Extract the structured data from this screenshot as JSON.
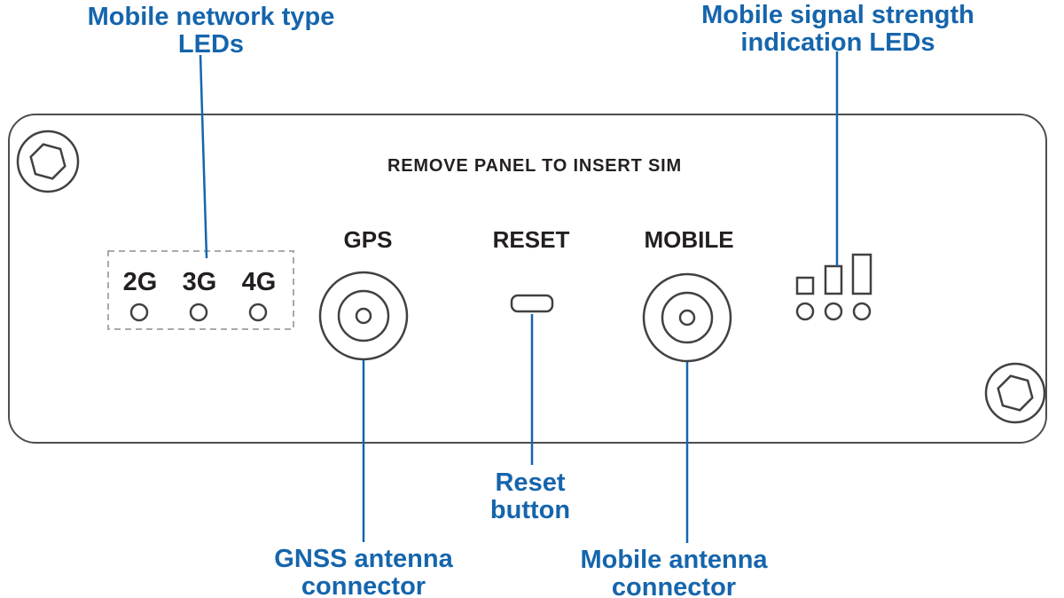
{
  "colors": {
    "callout_blue": "#1565ac",
    "outline_dark": "#414042",
    "text_dark": "#231f20",
    "dashed_gray": "#a7a9ac"
  },
  "callouts": {
    "network_type_leds": {
      "line1": "Mobile network type",
      "line2": "LEDs"
    },
    "signal_strength_leds": {
      "line1": "Mobile signal strength",
      "line2": "indication LEDs"
    },
    "reset_button": {
      "line1": "Reset",
      "line2": "button"
    },
    "gnss_connector": {
      "line1": "GNSS  antenna",
      "line2": "connector"
    },
    "mobile_connector": {
      "line1": "Mobile antenna",
      "line2": "connector"
    }
  },
  "panel": {
    "sim_notice": "REMOVE PANEL TO INSERT SIM",
    "gps_label": "GPS",
    "reset_label": "RESET",
    "mobile_label": "MOBILE",
    "network_types": [
      "2G",
      "3G",
      "4G"
    ]
  }
}
